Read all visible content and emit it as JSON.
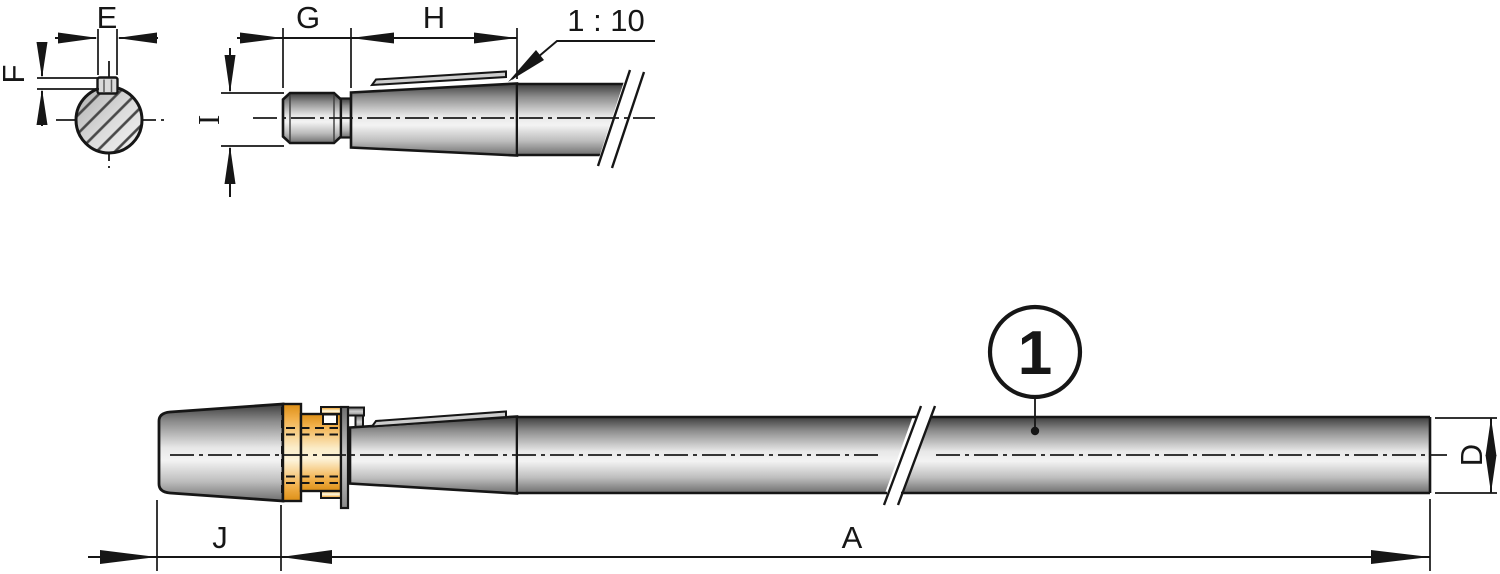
{
  "labels": {
    "E": "E",
    "F": "F",
    "G": "G",
    "H": "H",
    "I": "I",
    "J": "J",
    "A": "A",
    "D": "D"
  },
  "annotations": {
    "taper_ratio": "1 : 10",
    "balloon_item": "1"
  },
  "colors": {
    "outline": "#161616",
    "steel_dark": "#3d3d3d",
    "steel_light": "#f3f3f3",
    "brass": "#F2B04A",
    "brass_light": "#FDF3D9",
    "background": "#ffffff"
  }
}
